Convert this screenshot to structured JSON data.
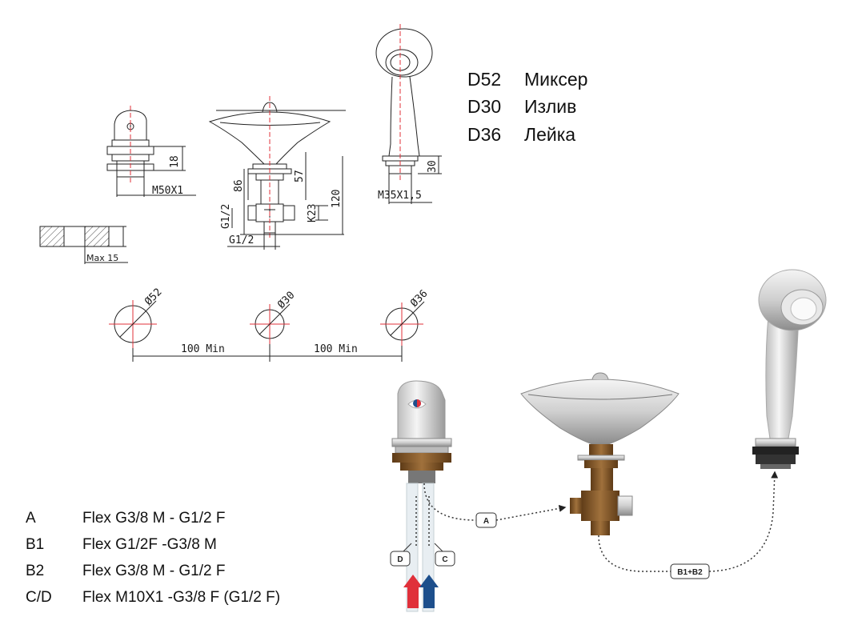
{
  "components": [
    {
      "code": "D52",
      "name": "Миксер"
    },
    {
      "code": "D30",
      "name": "Излив"
    },
    {
      "code": "D36",
      "name": "Лейка"
    }
  ],
  "dimensions": {
    "mixer_height": "18",
    "mixer_thread": "M50X1",
    "spout_86": "86",
    "spout_57": "57",
    "spout_120": "120",
    "spout_g12_vertical": "G1/2",
    "spout_k23": "K23",
    "spout_g12_bottom": "G1/2",
    "handshower_30": "30",
    "handshower_thread": "M35X1,5",
    "max_thickness": "Max 15"
  },
  "holes": [
    {
      "label": "Ø52"
    },
    {
      "label": "Ø30"
    },
    {
      "label": "Ø36"
    }
  ],
  "spacing": [
    "100 Min",
    "100 Min"
  ],
  "connection_tags": {
    "a": "A",
    "b1b2": "B1+B2",
    "d": "D",
    "c": "C"
  },
  "legend": [
    {
      "key": "A",
      "value": "Flex G3/8 M - G1/2 F"
    },
    {
      "key": "B1",
      "value": "Flex G1/2F -G3/8 M"
    },
    {
      "key": "B2",
      "value": "Flex G3/8 M - G1/2 F"
    },
    {
      "key": "C/D",
      "value": "Flex M10X1 -G3/8 F (G1/2 F)"
    }
  ],
  "colors": {
    "hot": "#e0303a",
    "cold": "#1d4f8c",
    "centerline": "#e0303a",
    "brass": "#8a5a2b",
    "chrome": "#d9d9d9"
  }
}
